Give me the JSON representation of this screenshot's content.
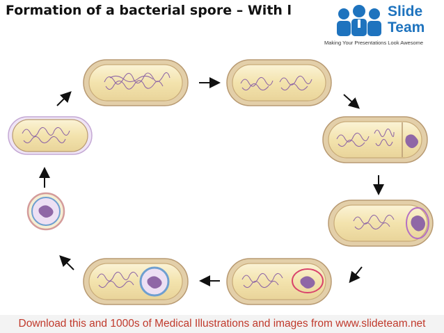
{
  "title": "Formation of a bacterial spore – With l",
  "logo": {
    "slide": "Slide",
    "team": "Team",
    "tagline": "Making Your Presentations Look Awesome"
  },
  "colors": {
    "cell_fill": "#f3e6b3",
    "cell_border": "#b89a72",
    "cell_outer": "#d8c3a2",
    "dna": "#8f67a6",
    "spore": "#8f67a6",
    "forespore_ring": "#d9436b",
    "mature_spore_ring": "#6f9fd0",
    "logo_blue": "#1e73be",
    "footer_text": "#c0392b"
  },
  "diagram": {
    "stages": [
      {
        "id": "stage-1",
        "spore": "none"
      },
      {
        "id": "stage-2",
        "spore": "none"
      },
      {
        "id": "stage-3",
        "spore": "septum"
      },
      {
        "id": "stage-4",
        "spore": "engulfment"
      },
      {
        "id": "stage-5",
        "spore": "forespore"
      },
      {
        "id": "stage-6",
        "spore": "coat"
      },
      {
        "id": "stage-7",
        "spore": "free-spore"
      },
      {
        "id": "stage-8",
        "spore": "germination"
      }
    ],
    "arrows": [
      "right",
      "down-right",
      "down",
      "down-left",
      "left",
      "up-left",
      "up",
      "up-right"
    ]
  },
  "footer": "Download this and 1000s of Medical Illustrations and images from www.slideteam.net"
}
